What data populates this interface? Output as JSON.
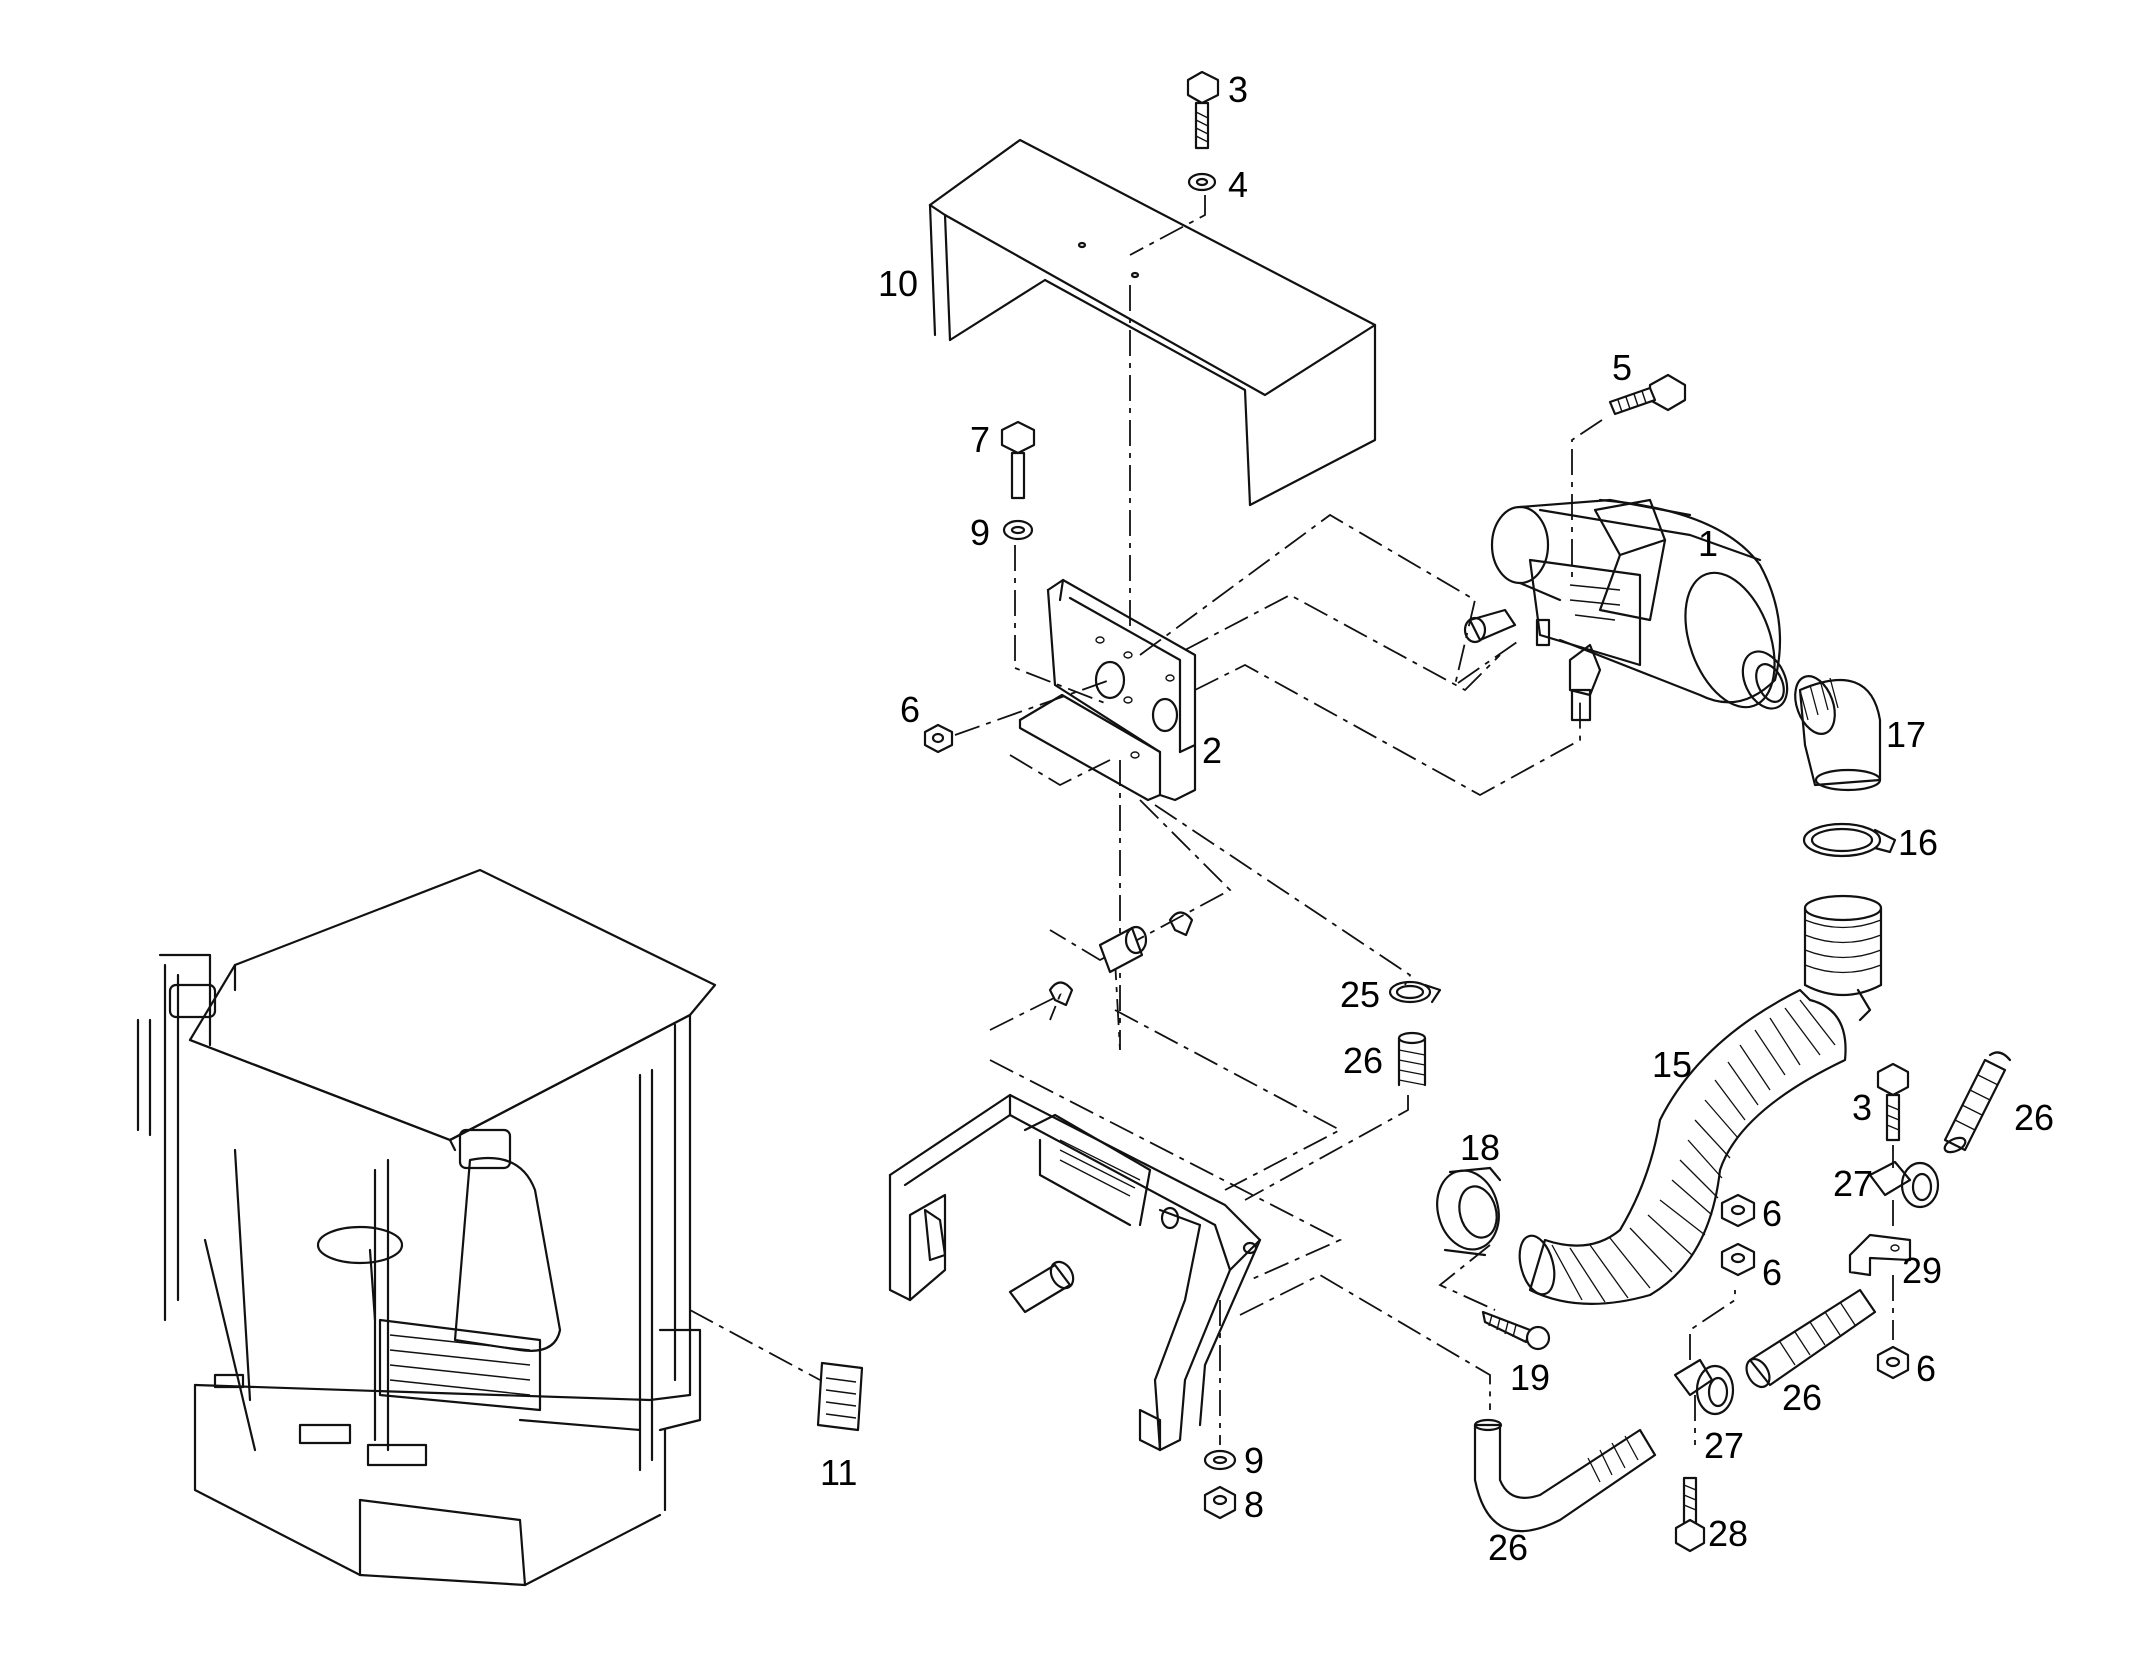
{
  "colors": {
    "ink": "#111111",
    "paper": "#ffffff"
  },
  "callouts": [
    {
      "id": "c1",
      "text": "1"
    },
    {
      "id": "c2",
      "text": "2"
    },
    {
      "id": "c3a",
      "text": "3"
    },
    {
      "id": "c3b",
      "text": "3"
    },
    {
      "id": "c4",
      "text": "4"
    },
    {
      "id": "c5",
      "text": "5"
    },
    {
      "id": "c6a",
      "text": "6"
    },
    {
      "id": "c6b",
      "text": "6"
    },
    {
      "id": "c6c",
      "text": "6"
    },
    {
      "id": "c6d",
      "text": "6"
    },
    {
      "id": "c7",
      "text": "7"
    },
    {
      "id": "c8",
      "text": "8"
    },
    {
      "id": "c9a",
      "text": "9"
    },
    {
      "id": "c9b",
      "text": "9"
    },
    {
      "id": "c10",
      "text": "10"
    },
    {
      "id": "c11",
      "text": "11"
    },
    {
      "id": "c15",
      "text": "15"
    },
    {
      "id": "c16",
      "text": "16"
    },
    {
      "id": "c17",
      "text": "17"
    },
    {
      "id": "c18",
      "text": "18"
    },
    {
      "id": "c19",
      "text": "19"
    },
    {
      "id": "c25",
      "text": "25"
    },
    {
      "id": "c26a",
      "text": "26"
    },
    {
      "id": "c26b",
      "text": "26"
    },
    {
      "id": "c26c",
      "text": "26"
    },
    {
      "id": "c26d",
      "text": "26"
    },
    {
      "id": "c27a",
      "text": "27"
    },
    {
      "id": "c27b",
      "text": "27"
    },
    {
      "id": "c28",
      "text": "28"
    },
    {
      "id": "c29",
      "text": "29"
    }
  ]
}
